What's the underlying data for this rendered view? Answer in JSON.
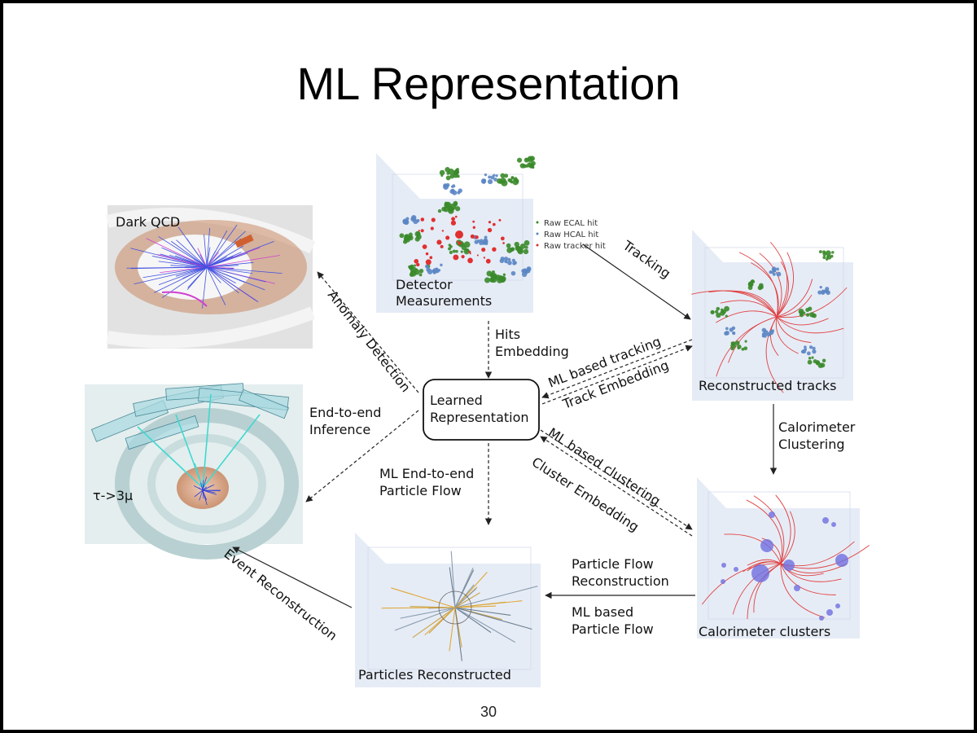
{
  "title": "ML Representation",
  "page_number": "30",
  "nodes": {
    "detector": {
      "label_line1": "Detector",
      "label_line2": "Measurements",
      "legend": [
        "Raw ECAL hit",
        "Raw HCAL hit",
        "Raw tracker hit"
      ]
    },
    "tracks": {
      "label": "Reconstructed tracks"
    },
    "clusters": {
      "label": "Calorimeter clusters"
    },
    "particles": {
      "label": "Particles Reconstructed"
    },
    "dark_qcd": {
      "label": "Dark QCD"
    },
    "tau": {
      "label": "τ->3μ"
    },
    "center": {
      "label_line1": "Learned",
      "label_line2": "Representation"
    }
  },
  "edges": {
    "tracking": "Tracking",
    "hits_embedding": [
      "Hits",
      "Embedding"
    ],
    "ml_tracking": "ML based tracking",
    "track_embedding": "Track Embedding",
    "calo_clustering": [
      "Calorimeter",
      "Clustering"
    ],
    "ml_clustering": "ML based clustering",
    "cluster_embedding": "Cluster Embedding",
    "pf_reco": [
      "Particle Flow",
      "Reconstruction"
    ],
    "ml_pf": [
      "ML based",
      "Particle Flow"
    ],
    "ml_e2e_pf": [
      "ML End-to-end",
      "Particle Flow"
    ],
    "event_reco": "Event Reconstruction",
    "anomaly": "Anomaly Detection",
    "e2e_inference": [
      "End-to-end",
      "Inference"
    ]
  },
  "colors": {
    "ecal": "#3a8a2a",
    "hcal": "#5b86c4",
    "tracker": "#e03030",
    "panel": "#e6ecf6",
    "cluster": "#6f6fe0"
  }
}
